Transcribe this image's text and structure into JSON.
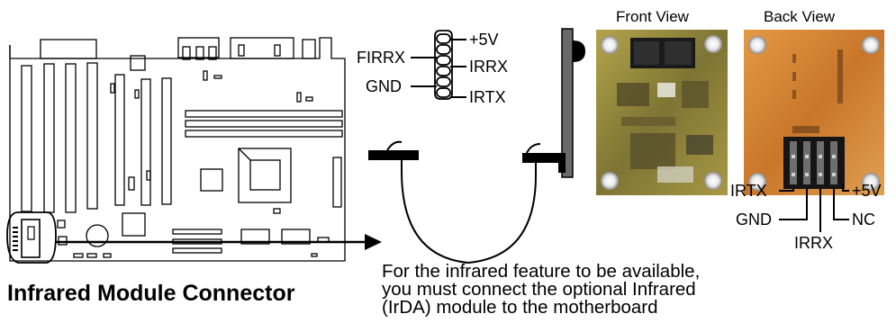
{
  "title": "Infrared Module Connector",
  "description_lines": [
    "For the infrared feature to be available,",
    "you must connect the optional Infrared",
    "(IrDA) module to the motherboard"
  ],
  "header_pins": {
    "left": [
      "FIRRX",
      "GND"
    ],
    "right": [
      "+5V",
      "IRRX",
      "IRTX"
    ]
  },
  "module_views": {
    "front": "Front View",
    "back": "Back View"
  },
  "module_pins": {
    "left": [
      "IRTX",
      "GND"
    ],
    "right": [
      "+5V",
      "NC"
    ],
    "bottom": "IRRX"
  },
  "colors": {
    "line": "#000000",
    "board_fill": "#ffffff",
    "pcb_front": "#9a8a3c",
    "pcb_back": "#d98a35",
    "module_edge": "#5a5a5a"
  }
}
